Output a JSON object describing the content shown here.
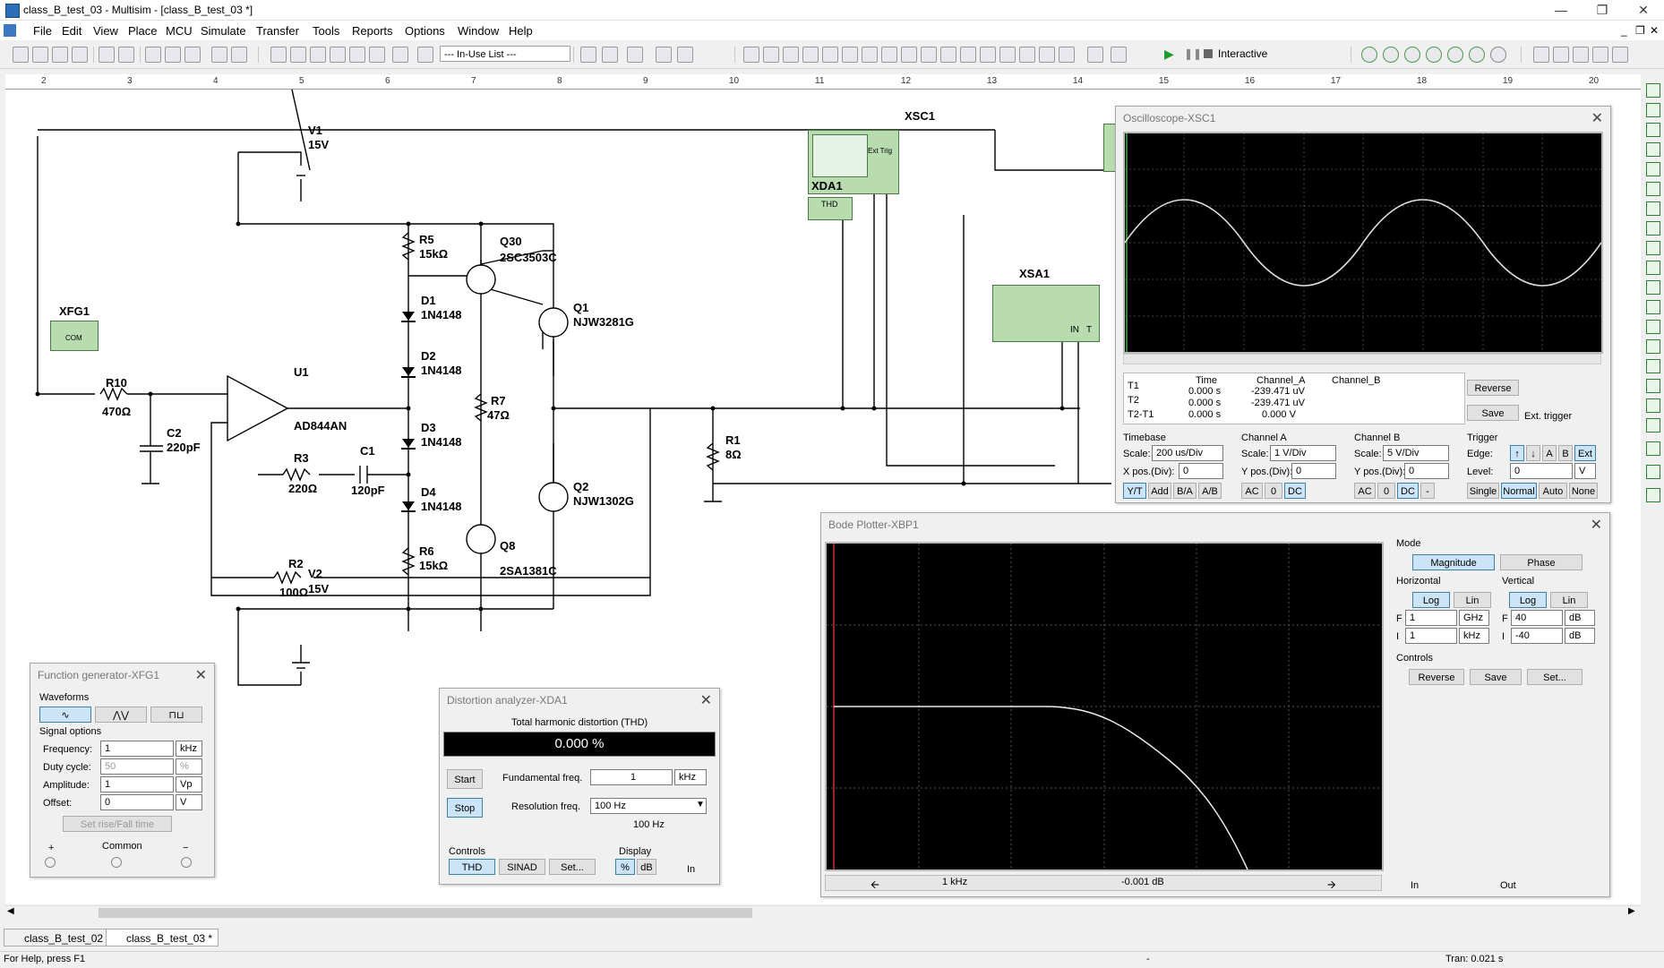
{
  "window": {
    "title": "class_B_test_03 - Multisim - [class_B_test_03 *]"
  },
  "menu": [
    "File",
    "Edit",
    "View",
    "Place",
    "MCU",
    "Simulate",
    "Transfer",
    "Tools",
    "Reports",
    "Options",
    "Window",
    "Help"
  ],
  "toolbar": {
    "in_use_list": "--- In-Use List ---",
    "mode": "Interactive"
  },
  "ruler": [
    "2",
    "3",
    "4",
    "5",
    "6",
    "7",
    "8",
    "9",
    "10",
    "11",
    "12",
    "13",
    "14",
    "15",
    "16",
    "17",
    "18",
    "19",
    "20"
  ],
  "components": {
    "v1": "V1",
    "v1_val": "15V",
    "v2": "V2",
    "v2_val": "15V",
    "xfg1": "XFG1",
    "xsc1": "XSC1",
    "xda1": "XDA1",
    "xsa1": "XSA1",
    "r10": "R10",
    "r10_val": "470Ω",
    "c2": "C2",
    "c2_val": "220pF",
    "u1": "U1",
    "u1_val": "AD844AN",
    "r3": "R3",
    "r3_val": "220Ω",
    "c1": "C1",
    "c1_val": "120pF",
    "r2": "R2",
    "r2_val": "100Ω",
    "r5": "R5",
    "r5_val": "15kΩ",
    "r6": "R6",
    "r6_val": "15kΩ",
    "d1": "D1",
    "d1_val": "1N4148",
    "d2": "D2",
    "d2_val": "1N4148",
    "d3": "D3",
    "d3_val": "1N4148",
    "d4": "D4",
    "d4_val": "1N4148",
    "r7": "R7",
    "r7_val": "47Ω",
    "q30": "Q30",
    "q30_val": "2SC3503C",
    "q8": "Q8",
    "q8_val": "2SA1381C",
    "q1": "Q1",
    "q1_val": "NJW3281G",
    "q2": "Q2",
    "q2_val": "NJW1302G",
    "r1": "R1",
    "r1_val": "8Ω",
    "thd_label": "THD",
    "com_label": "COM",
    "ext_trig": "Ext Trig",
    "in_label": "IN",
    "t_label": "T"
  },
  "oscilloscope": {
    "title": "Oscilloscope-XSC1",
    "cursor_header": [
      "Time",
      "Channel_A",
      "Channel_B"
    ],
    "t1": {
      "label": "T1",
      "time": "0.000 s",
      "a": "-239.471 uV"
    },
    "t2": {
      "label": "T2",
      "time": "0.000 s",
      "a": "-239.471 uV"
    },
    "t2t1": {
      "label": "T2-T1",
      "time": "0.000 s",
      "a": "0.000 V"
    },
    "reverse": "Reverse",
    "save": "Save",
    "ext_trigger": "Ext. trigger",
    "timebase": {
      "label": "Timebase",
      "scale_label": "Scale:",
      "scale": "200 us/Div",
      "xpos_label": "X pos.(Div):",
      "xpos": "0",
      "yt": "Y/T",
      "add": "Add",
      "ba": "B/A",
      "ab": "A/B"
    },
    "channel_a": {
      "label": "Channel A",
      "scale_label": "Scale:",
      "scale": "1  V/Div",
      "ypos_label": "Y pos.(Div):",
      "ypos": "0",
      "ac": "AC",
      "zero": "0",
      "dc": "DC"
    },
    "channel_b": {
      "label": "Channel B",
      "scale_label": "Scale:",
      "scale": "5  V/Div",
      "ypos_label": "Y pos.(Div):",
      "ypos": "0",
      "ac": "AC",
      "zero": "0",
      "dc": "DC",
      "minus": "-"
    },
    "trigger": {
      "label": "Trigger",
      "edge_label": "Edge:",
      "a": "A",
      "b": "B",
      "ext": "Ext",
      "level_label": "Level:",
      "level": "0",
      "unit": "V",
      "single": "Single",
      "normal": "Normal",
      "auto": "Auto",
      "none": "None"
    }
  },
  "bode": {
    "title": "Bode Plotter-XBP1",
    "mode_label": "Mode",
    "magnitude": "Magnitude",
    "phase": "Phase",
    "horizontal": "Horizontal",
    "vertical": "Vertical",
    "log": "Log",
    "lin": "Lin",
    "h_f": "1",
    "h_f_unit": "GHz",
    "h_i": "1",
    "h_i_unit": "kHz",
    "v_f": "40",
    "v_f_unit": "dB",
    "v_i": "-40",
    "v_i_unit": "dB",
    "f_label": "F",
    "i_label": "I",
    "controls": "Controls",
    "reverse": "Reverse",
    "save": "Save",
    "set": "Set...",
    "readout_freq": "1 kHz",
    "readout_val": "-0.001 dB",
    "in": "In",
    "out": "Out"
  },
  "funcgen": {
    "title": "Function generator-XFG1",
    "waveforms": "Waveforms",
    "signal_options": "Signal options",
    "frequency_label": "Frequency:",
    "frequency": "1",
    "frequency_unit": "kHz",
    "duty_label": "Duty cycle:",
    "duty": "50",
    "duty_unit": "%",
    "amplitude_label": "Amplitude:",
    "amplitude": "1",
    "amplitude_unit": "Vp",
    "offset_label": "Offset:",
    "offset": "0",
    "offset_unit": "V",
    "rise_fall": "Set rise/Fall time",
    "plus": "+",
    "common": "Common",
    "minus": "−"
  },
  "distortion": {
    "title": "Distortion analyzer-XDA1",
    "thd_header": "Total harmonic distortion (THD)",
    "thd_value": "0.000 %",
    "start": "Start",
    "stop": "Stop",
    "fund_label": "Fundamental freq.",
    "fund": "1",
    "fund_unit": "kHz",
    "res_label": "Resolution freq.",
    "res": "100 Hz",
    "res_display": "100 Hz",
    "controls": "Controls",
    "display": "Display",
    "thd": "THD",
    "sinad": "SINAD",
    "set": "Set...",
    "pct": "%",
    "db": "dB",
    "in": "In"
  },
  "tabs": [
    "class_B_test_02 *",
    "class_B_test_03 *"
  ],
  "status": {
    "help": "For Help, press F1",
    "dash": "-",
    "tran": "Tran: 0.021 s"
  }
}
